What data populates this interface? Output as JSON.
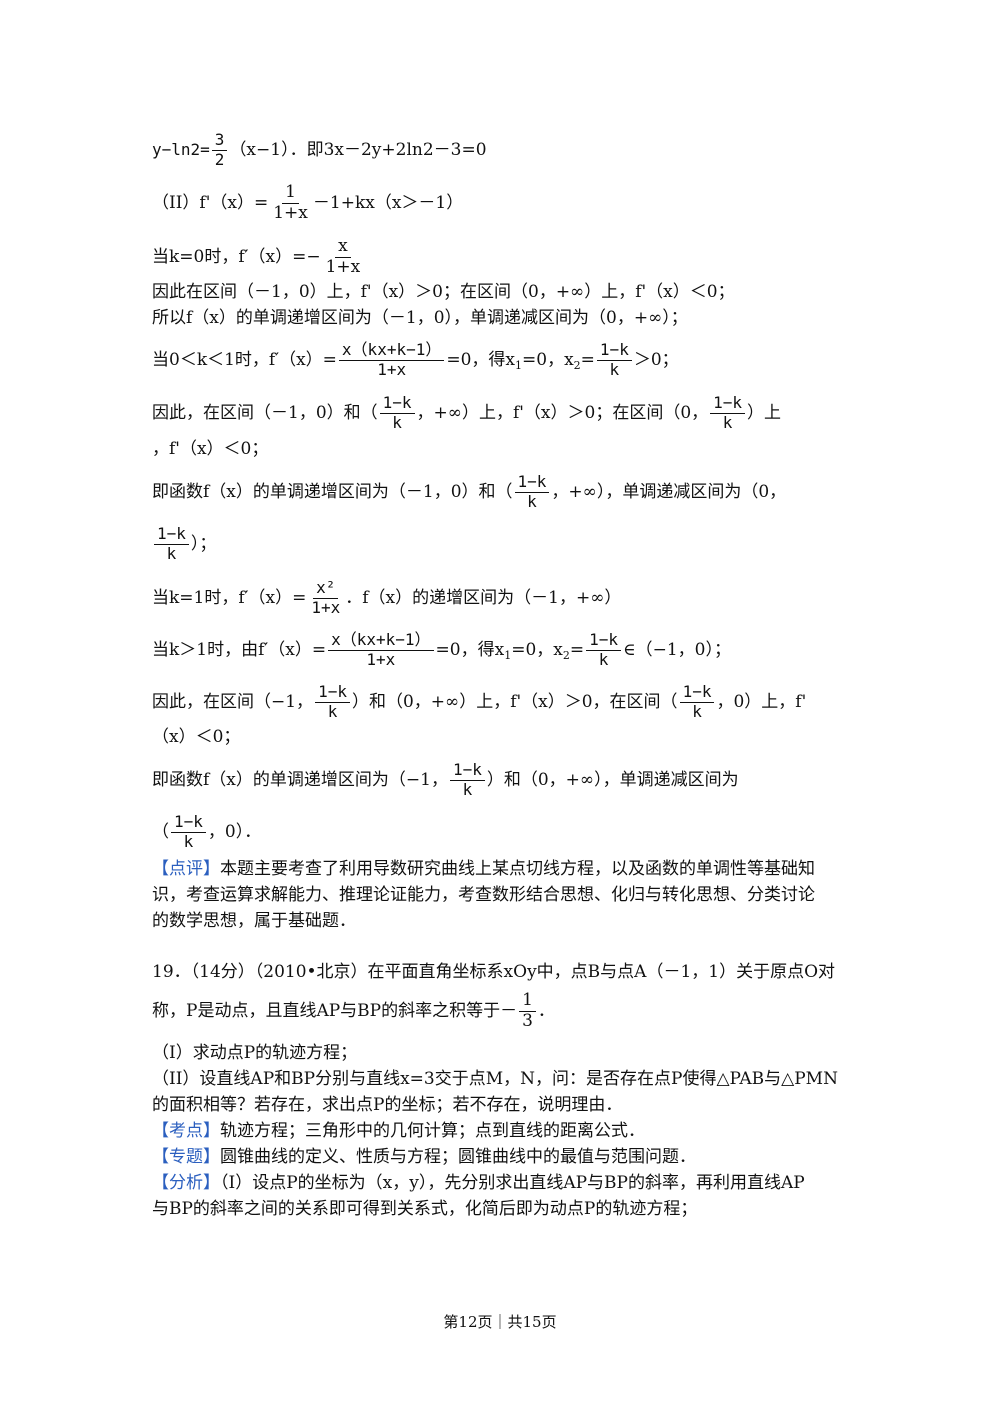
{
  "lines": {
    "l1a": "y−ln2=",
    "l1f": {
      "num": "3",
      "den": "2"
    },
    "l1b": "（x−1）．即3x－2y+2ln2－3=0",
    "l2a": "（II）f'（x）=",
    "l2f": {
      "num": "1",
      "den": "1+x"
    },
    "l2b": "－1+kx（x＞－1）",
    "l3a": "当k=0时，f′（x）=−",
    "l3f": {
      "num": "x",
      "den": "1+x"
    },
    "l4": "因此在区间（－1，0）上，f'（x）＞0；在区间（0，+∞）上，f'（x）＜0；",
    "l5": "所以f（x）的单调递增区间为（－1，0），单调递减区间为（0，+∞）；",
    "l6a": "当0＜k＜1时，f′（x）=",
    "l6f": {
      "num": "x（kx+k−1）",
      "den": "1+x"
    },
    "l6b": "=0，得x",
    "l6s1": "1",
    "l6c": "=0，x",
    "l6s2": "2",
    "l6d": "=",
    "l6f2": {
      "num": "1−k",
      "den": "k"
    },
    "l6e": "＞0；",
    "l7a": "因此，在区间（－1，0）和（",
    "l7f": {
      "num": "1−k",
      "den": "k"
    },
    "l7b": "，+∞）上，f'（x）＞0；在区间（0，",
    "l7f2": {
      "num": "1−k",
      "den": "k"
    },
    "l7c": "）上",
    "l8": "，f'（x）＜0；",
    "l9a": "即函数f（x）的单调递增区间为（－1，0）和（",
    "l9f": {
      "num": "1−k",
      "den": "k"
    },
    "l9b": "，+∞），单调递减区间为（0，",
    "l10f": {
      "num": "1−k",
      "den": "k"
    },
    "l10b": "）；",
    "l11a": "当k=1时，f′（x）=",
    "l11f": {
      "num": "x²",
      "den": "1+x"
    },
    "l11b": "．f（x）的递增区间为（－1，+∞）",
    "l12a": "当k＞1时，由f′（x）=",
    "l12f": {
      "num": "x（kx+k−1）",
      "den": "1+x"
    },
    "l12b": "=0，得x",
    "l12s1": "1",
    "l12c": "=0，x",
    "l12s2": "2",
    "l12d": "=",
    "l12f2": {
      "num": "1−k",
      "den": "k"
    },
    "l12e": "∈（−1，0）；",
    "l13a": "因此，在区间（−1，",
    "l13f": {
      "num": "1−k",
      "den": "k"
    },
    "l13b": "）和（0，+∞）上，f'（x）＞0，在区间（",
    "l13f2": {
      "num": "1−k",
      "den": "k"
    },
    "l13c": "，0）上，f'",
    "l14": "（x）＜0；",
    "l15a": "即函数f（x）的单调递增区间为（−1，",
    "l15f": {
      "num": "1−k",
      "den": "k"
    },
    "l15b": "）和（0，+∞），单调递减区间为",
    "l16a": "（",
    "l16f": {
      "num": "1−k",
      "den": "k"
    },
    "l16b": "，0）．"
  },
  "comment": {
    "tag": "【点评】",
    "line1": "本题主要考查了利用导数研究曲线上某点切线方程，以及函数的单调性等基础知",
    "line2": "识，考查运算求解能力、推理论证能力，考查数形结合思想、化归与转化思想、分类讨论",
    "line3": "的数学思想，属于基础题．"
  },
  "q19": {
    "line1": "19．（14分）（2010•北京）在平面直角坐标系xOy中，点B与点A（－1，1）关于原点O对",
    "line2a": "称，P是动点，且直线AP与BP的斜率之积等于－",
    "line2f": {
      "num": "1",
      "den": "3"
    },
    "line2b": "．",
    "p1": "（I）求动点P的轨迹方程；",
    "p2a": "（II）设直线AP和BP分别与直线x=3交于点M，N，问：是否存在点P使得△PAB与△PMN",
    "p2b": "的面积相等？若存在，求出点P的坐标；若不存在，说明理由．",
    "kp_tag": "【考点】",
    "kp": "轨迹方程；三角形中的几何计算；点到直线的距离公式．",
    "zt_tag": "【专题】",
    "zt": "圆锥曲线的定义、性质与方程；圆锥曲线中的最值与范围问题．",
    "fx_tag": "【分析】",
    "fx1": "（I）设点P的坐标为（x，y），先分别求出直线AP与BP的斜率，再利用直线AP",
    "fx2": "与BP的斜率之间的关系即可得到关系式，化简后即为动点P的轨迹方程；"
  },
  "footer": "第12页｜共15页"
}
